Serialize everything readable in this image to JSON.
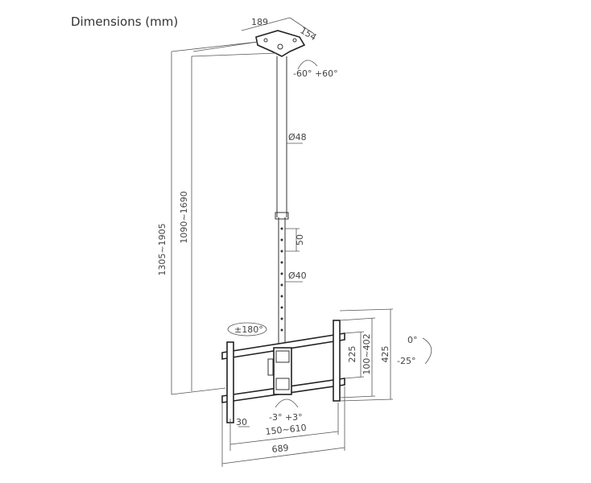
{
  "title": "Dimensions (mm)",
  "labels": {
    "plate_width": "189",
    "plate_depth": "154",
    "swivel_top": "-60° +60°",
    "pole_upper_diameter": "Ø48",
    "hole_spacing": "50",
    "pole_lower_diameter": "Ø40",
    "total_height": "1305~1905",
    "pole_height": "1090~1690",
    "rotation": "±180°",
    "vesa_height_min": "225",
    "vesa_height_range": "100~402",
    "bracket_height": "425",
    "tilt_top": "0°",
    "tilt_bottom": "-25°",
    "level_adjust": "-3°   +3°",
    "rail_offset": "30",
    "vesa_width_range": "150~610",
    "bracket_width": "689"
  }
}
